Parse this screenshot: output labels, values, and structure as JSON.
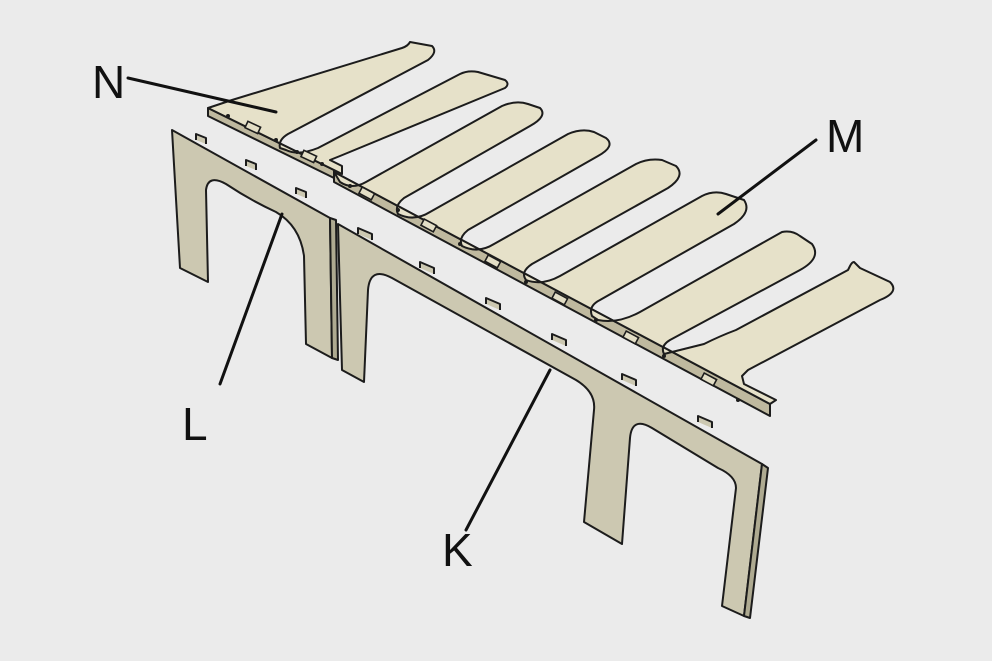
{
  "figure": {
    "labels": {
      "k": "K",
      "l": "L",
      "m": "M",
      "n": "N"
    },
    "colors": {
      "background": "#ebebeb",
      "panel_top": "#e6e1c9",
      "panel_face": "#ccc8b1",
      "panel_edge": "#aeaa91",
      "outline": "#1c1c1c"
    }
  }
}
